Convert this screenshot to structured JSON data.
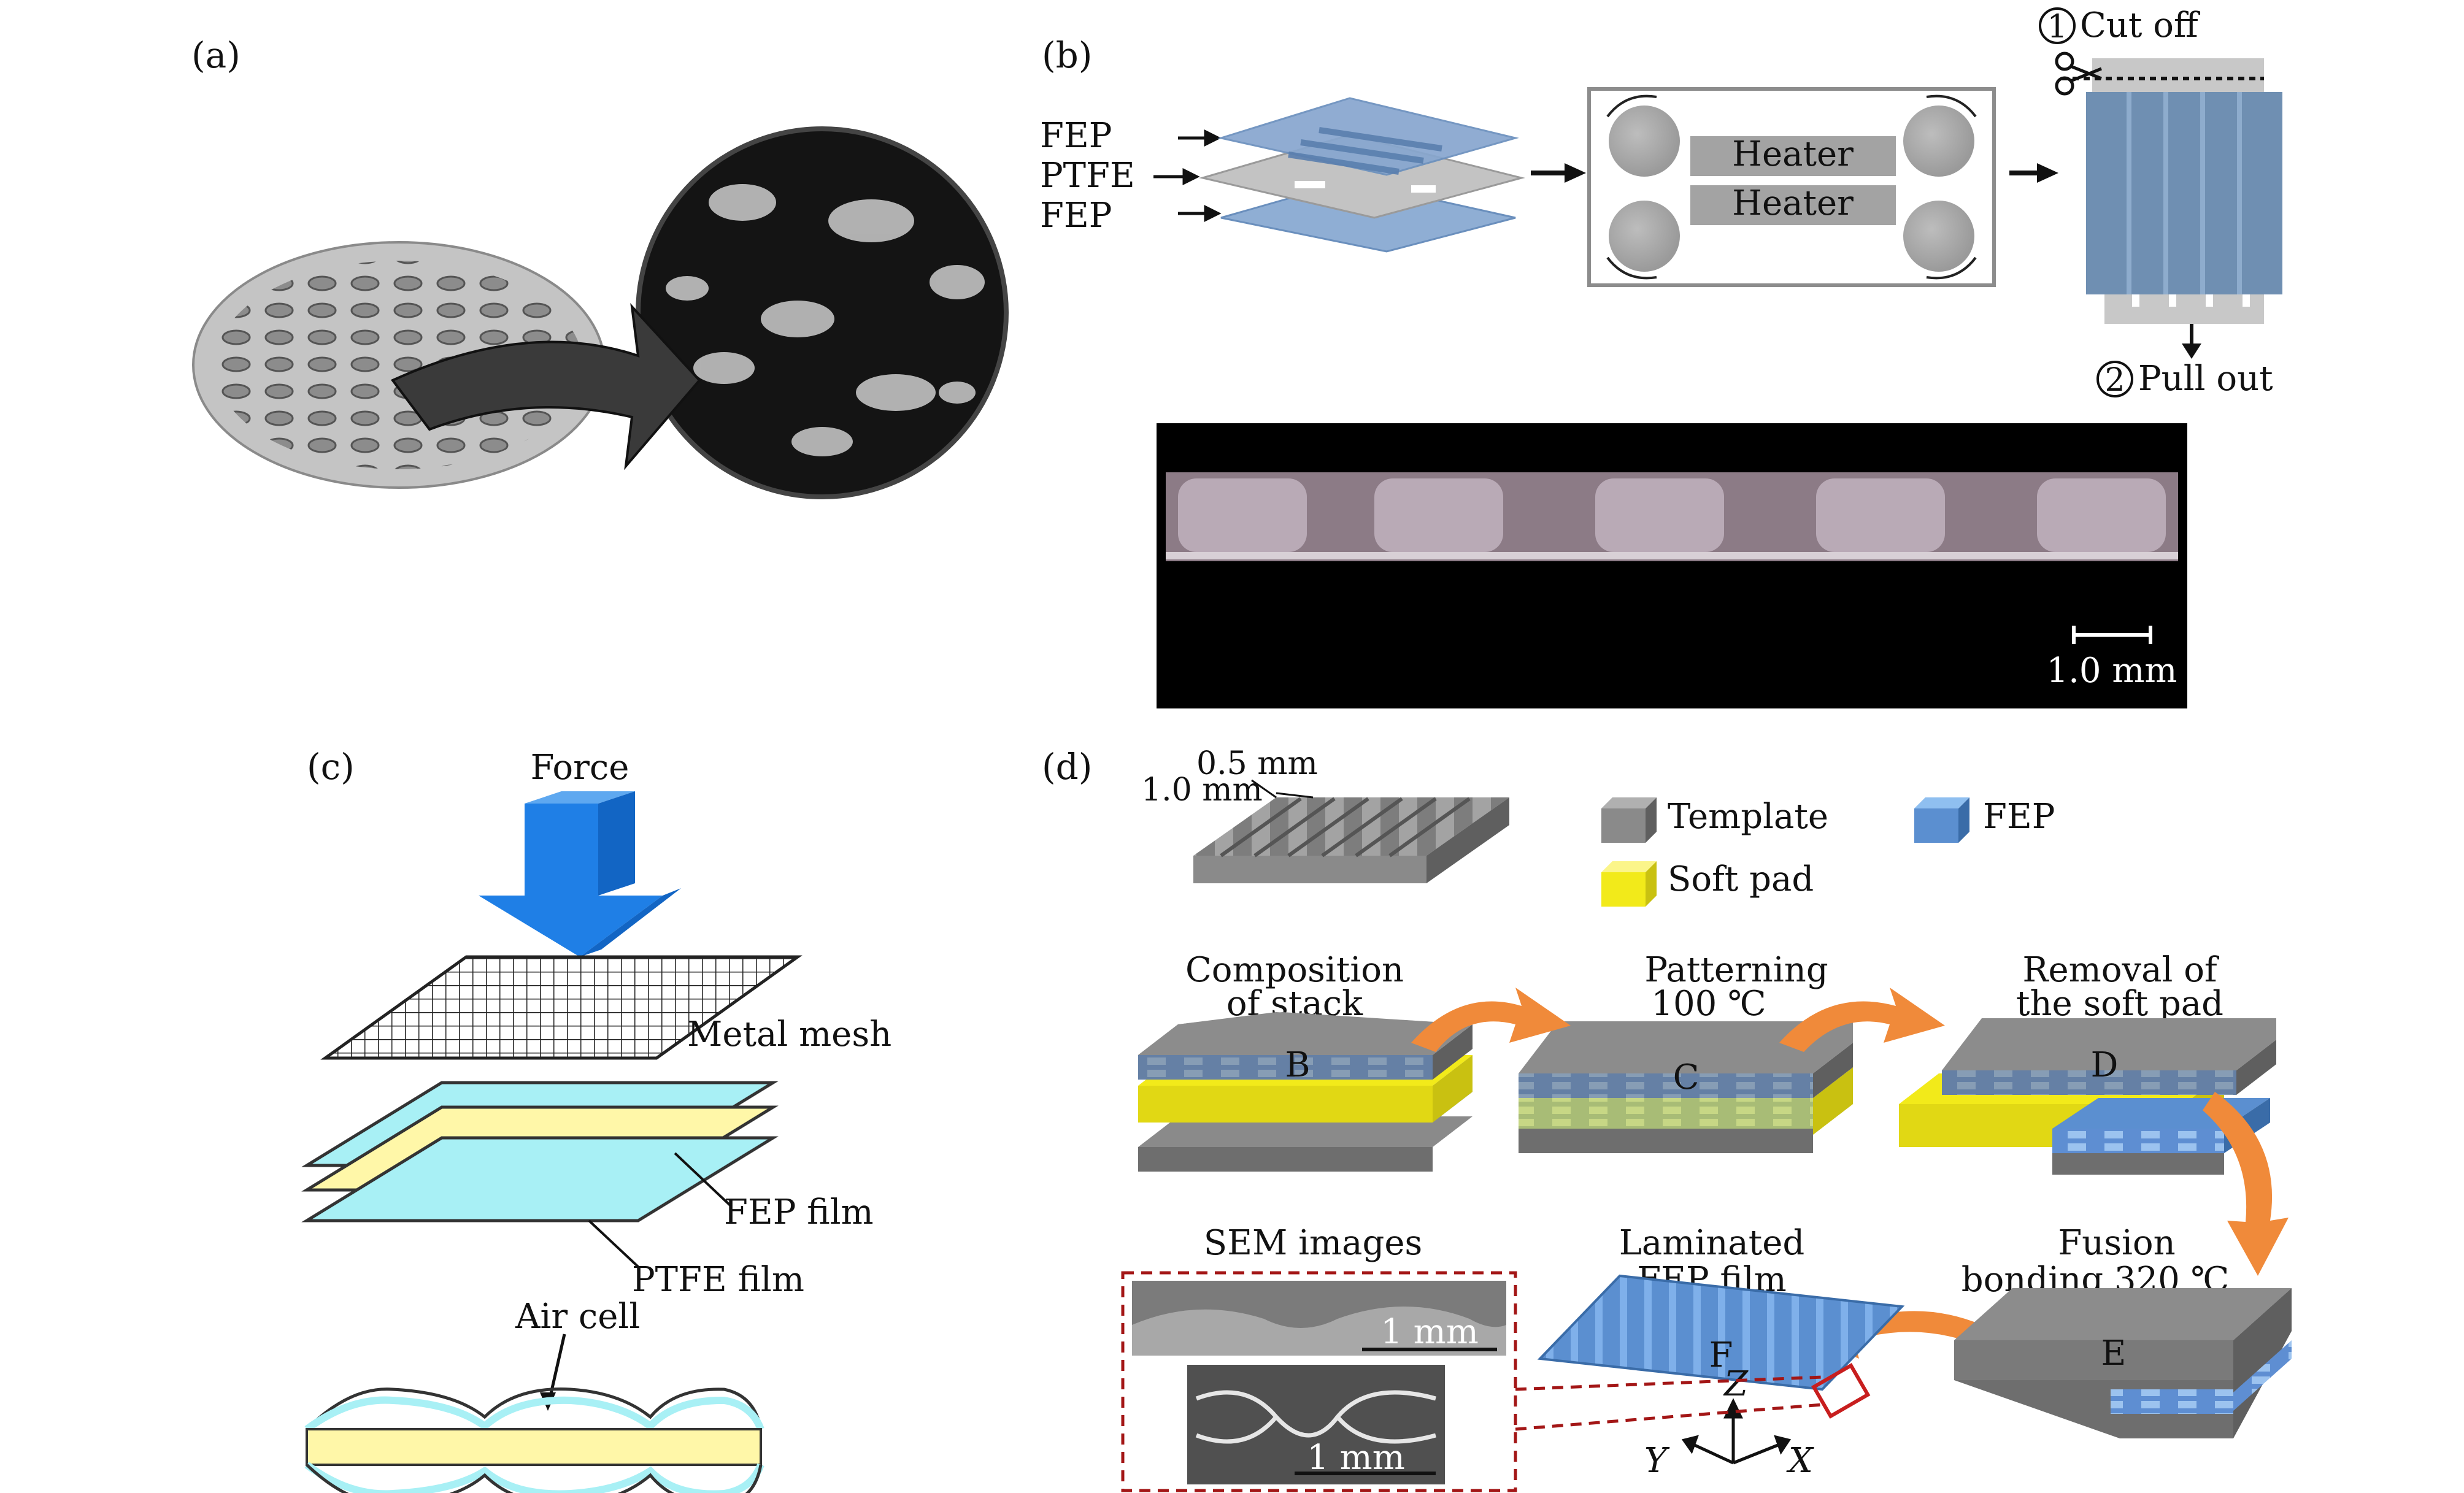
{
  "panels": {
    "a": {
      "label": "(a)"
    },
    "b": {
      "label": "(b)",
      "layer_labels": [
        "FEP",
        "PTFE",
        "FEP"
      ],
      "heater_labels": [
        "Heater",
        "Heater"
      ],
      "step1": "Cut off",
      "step2": "Pull out",
      "step1_num": "1",
      "step2_num": "2",
      "scale_bar": "1.0 mm"
    },
    "c": {
      "label": "(c)",
      "force": "Force",
      "metal_mesh": "Metal mesh",
      "fep_film": "FEP film",
      "ptfe_film": "PTFE film",
      "air_cell": "Air cell"
    },
    "d": {
      "label": "(d)",
      "dim_top": "0.5 mm",
      "dim_left": "1.0 mm",
      "legend": {
        "template": "Template",
        "fep": "FEP",
        "soft_pad": "Soft pad"
      },
      "steps": {
        "b_title1": "Composition",
        "b_title2": "of stack",
        "b_letter": "B",
        "c_title1": "Patterning",
        "c_title2": "100 ℃",
        "c_letter": "C",
        "d_title1": "Removal of",
        "d_title2": "the soft pad",
        "d_letter": "D",
        "e_title1": "Fusion",
        "e_title2": "bonding 320 ℃",
        "e_letter": "E",
        "f_title1": "Laminated",
        "f_title2": "FEP film",
        "f_letter": "F",
        "sem_title": "SEM images"
      },
      "sem_scale1": "1 mm",
      "sem_scale2": "1 mm",
      "axes": {
        "z": "Z",
        "y": "Y",
        "x": "X"
      }
    }
  },
  "colors": {
    "fep_blue": "#6f8fb2",
    "template_gray": "#8a8a8a",
    "soft_pad_yellow": "#f2ea1a",
    "arrow_orange": "#f08a3a",
    "cyan_film": "#a8f0f5",
    "yellow_film": "#fff7a8",
    "force_blue": "#1f7fe6"
  }
}
